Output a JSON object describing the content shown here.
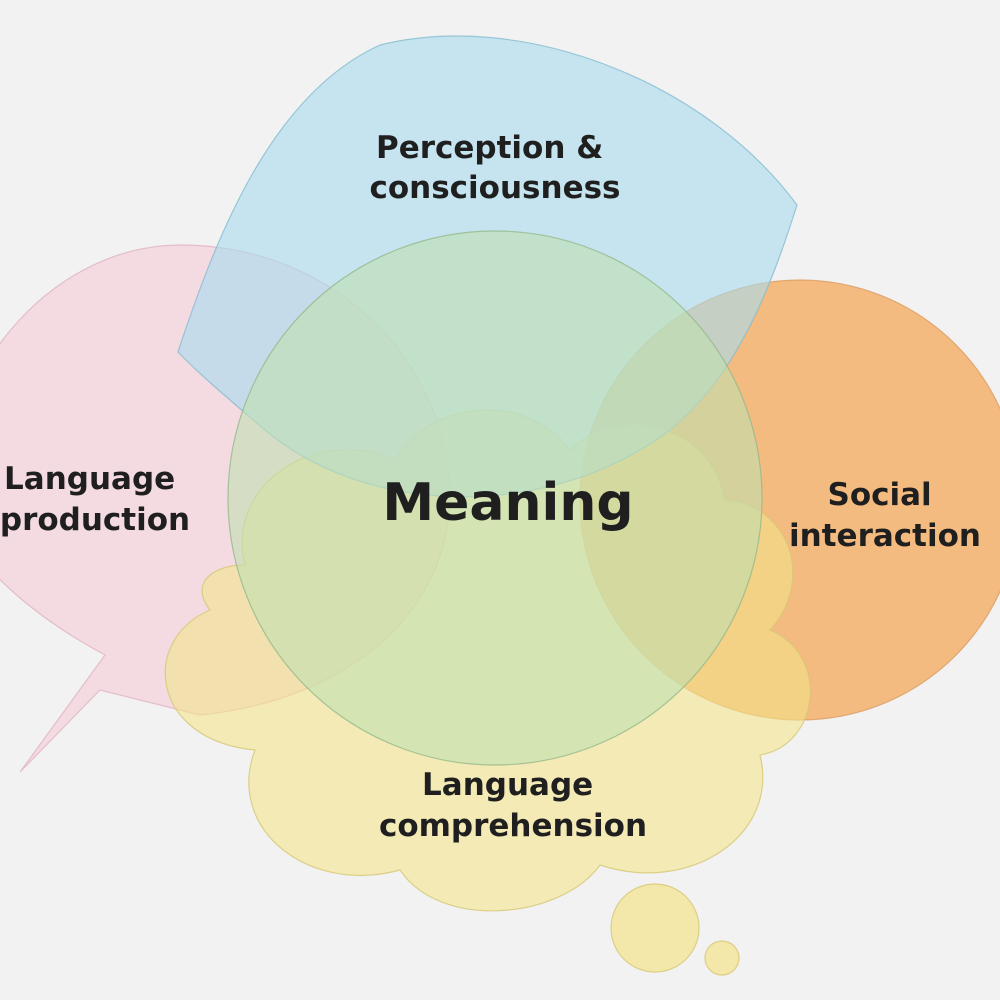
{
  "diagram": {
    "center": "Meaning",
    "perception": {
      "line1": "Perception &",
      "line2": "consciousness"
    },
    "production": {
      "line1": "Language",
      "line2": "production"
    },
    "social": {
      "line1": "Social",
      "line2": "interaction"
    },
    "comprehension": {
      "line1": "Language",
      "line2": "comprehension"
    }
  },
  "colors": {
    "background": "#f2f2f2",
    "pink": "#f5cdd8",
    "blue": "#a9dcee",
    "orange": "#f5a04a",
    "yellow": "#f3e38a",
    "green": "#bfdfb0"
  }
}
